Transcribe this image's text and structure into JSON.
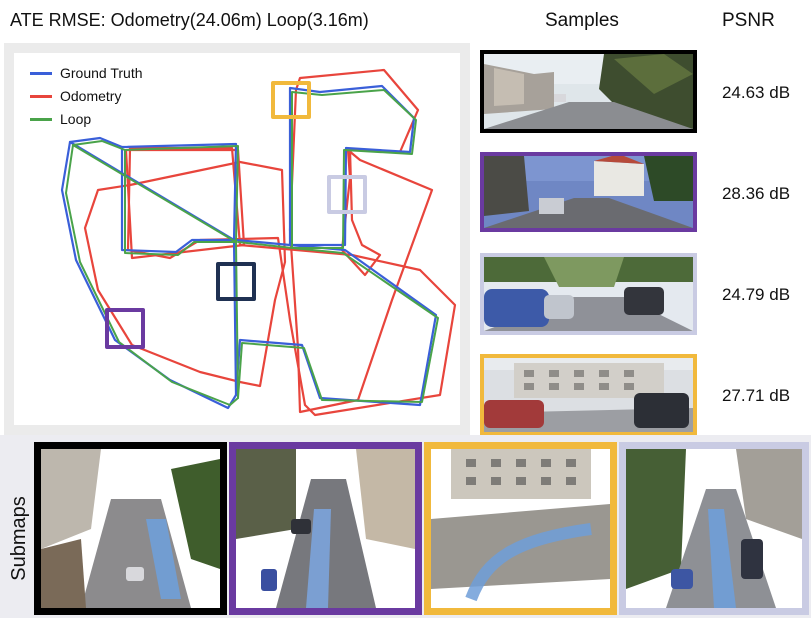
{
  "header": {
    "title": "ATE RMSE:  Odometry(24.06m)  Loop(3.16m)",
    "samples_heading": "Samples",
    "psnr_heading": "PSNR"
  },
  "legend": [
    {
      "label": "Ground Truth",
      "color": "#3a5fd9"
    },
    {
      "label": "Odometry",
      "color": "#e8453c"
    },
    {
      "label": "Loop",
      "color": "#4aa34a"
    }
  ],
  "samples": [
    {
      "psnr": "24.63 dB",
      "frame_color": "#000000"
    },
    {
      "psnr": "28.36 dB",
      "frame_color": "#6a3aa0"
    },
    {
      "psnr": "24.79 dB",
      "frame_color": "#c9cbe3"
    },
    {
      "psnr": "27.71 dB",
      "frame_color": "#f1b93c"
    }
  ],
  "submaps": {
    "label": "Submaps",
    "frame_colors": [
      "#000000",
      "#6a3aa0",
      "#f1b93c",
      "#c9cbe3"
    ]
  },
  "markers": [
    {
      "name": "yellow",
      "color": "#f1b93c"
    },
    {
      "name": "lavender",
      "color": "#c9cbe3"
    },
    {
      "name": "navy",
      "color": "#1f3152"
    },
    {
      "name": "purple",
      "color": "#6a3aa0"
    }
  ]
}
